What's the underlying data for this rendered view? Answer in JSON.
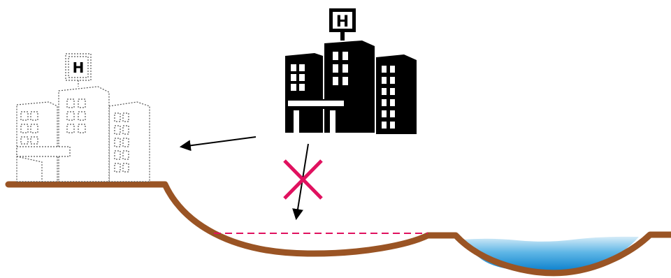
{
  "hospital_sign_letter": "H",
  "colors": {
    "ground": "#9a5424",
    "building": "#000000",
    "building_outline": "#555555",
    "forbidden_mark": "#e0115f",
    "water_top": "#d6ecf8",
    "water_bottom": "#0a7fcc"
  },
  "elements": {
    "current_hospital": "hospital-building-icon",
    "relocated_hospital": "hospital-outline-icon",
    "relocation_arrow": "arrow-left-icon",
    "blocked_arrow": "arrow-down-icon",
    "prohibition": "cross-mark-icon",
    "basin_level": "dashed-level-line",
    "pond": "water-basin"
  }
}
